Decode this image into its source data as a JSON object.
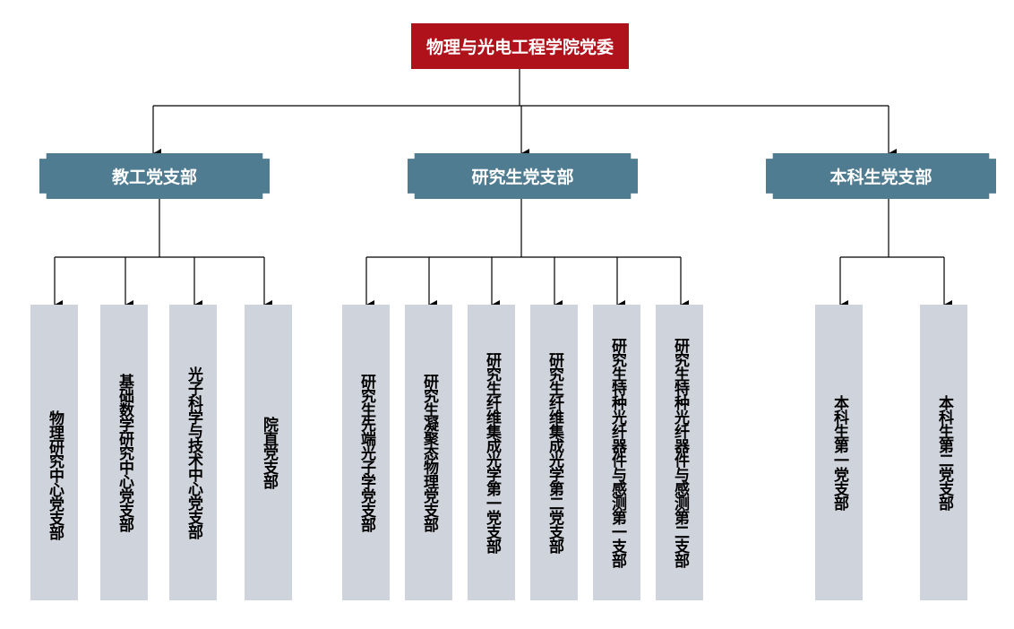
{
  "root": {
    "label": "物理与光电工程学院党委"
  },
  "branches": [
    {
      "label": "教工党支部",
      "children": [
        "物理研究中心党支部",
        "基础数学研究中心党支部",
        "光子科学与技术中心党支部",
        "院直党支部"
      ]
    },
    {
      "label": "研究生党支部",
      "children": [
        "研究生先端光子学党支部",
        "研究生凝聚态物理党支部",
        "研究生纤维集成光学第一党支部",
        "研究生纤维集成光学第二党支部",
        "研究生特种光纤器件与感测第一支部",
        "研究生特种光纤器件与感测第二支部"
      ]
    },
    {
      "label": "本科生党支部",
      "children": [
        "本科生第一党支部",
        "本科生第二党支部"
      ]
    }
  ],
  "colors": {
    "root": "#b0121b",
    "branch": "#4f7c91",
    "leaf": "#cfd3dc",
    "line": "#000000"
  }
}
